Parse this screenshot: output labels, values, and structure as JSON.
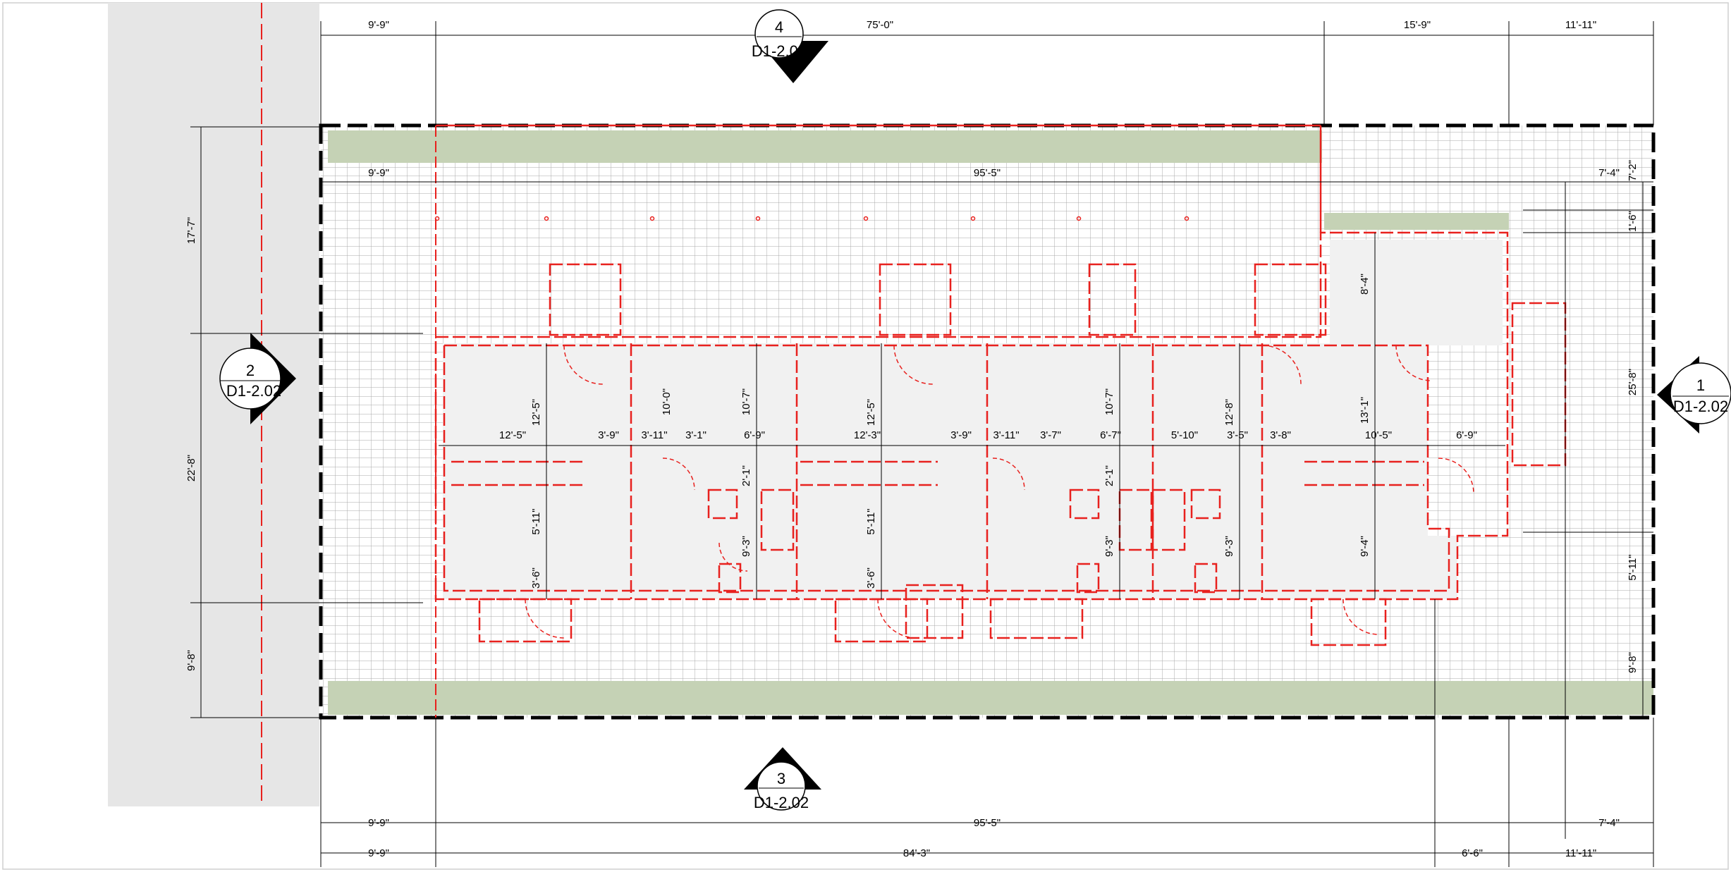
{
  "plan": {
    "colors": {
      "paper": "#ffffff",
      "neighbor_lot": "#e6e6e6",
      "landscape": "#c5d2b5",
      "slab": "#f1f1f1",
      "grid": "#9a9a9a",
      "redline": "#e8211e",
      "wall": "#000000"
    },
    "section_markers": [
      {
        "number": "1",
        "sheet": "D1-2.02"
      },
      {
        "number": "2",
        "sheet": "D1-2.02"
      },
      {
        "number": "3",
        "sheet": "D1-2.02"
      },
      {
        "number": "4",
        "sheet": "D1-2.02"
      }
    ],
    "top_dims": [
      "9'-9\"",
      "75'-0\"",
      "15'-9\"",
      "11'-11\""
    ],
    "inner_top_dims": [
      "9'-9\"",
      "95'-5\"",
      "7'-4\""
    ],
    "bottom_dims_1": [
      "9'-9\"",
      "95'-5\"",
      "7'-4\""
    ],
    "bottom_dims_2": [
      "9'-9\"",
      "84'-3\"",
      "6'-6\"",
      "11'-11\""
    ],
    "left_dims": [
      "17'-7\"",
      "22'-8\"",
      "9'-8\""
    ],
    "right_dims": [
      "7'-2\"",
      "1'-6\"",
      "25'-8\"",
      "5'-11\"",
      "9'-8\""
    ],
    "room_dims_h": [
      "12'-5\"",
      "3'-9\"",
      "3'-11\"",
      "3'-1\"",
      "6'-9\"",
      "12'-3\"",
      "3'-9\"",
      "3'-11\"",
      "3'-7\"",
      "6'-7\"",
      "5'-10\"",
      "3'-5\"",
      "3'-8\"",
      "10'-5\"",
      "6'-9\""
    ],
    "room_dims_v": [
      "12'-5\"",
      "10'-0\"",
      "10'-7\"",
      "12'-5\"",
      "10'-7\"",
      "12'-8\"",
      "13'-1\"",
      "8'-4\"",
      "2'-1\"",
      "2'-1\"",
      "5'-11\"",
      "5'-11\"",
      "9'-3\"",
      "9'-3\"",
      "9'-3\"",
      "9'-4\"",
      "3'-6\"",
      "3'-6\""
    ]
  }
}
